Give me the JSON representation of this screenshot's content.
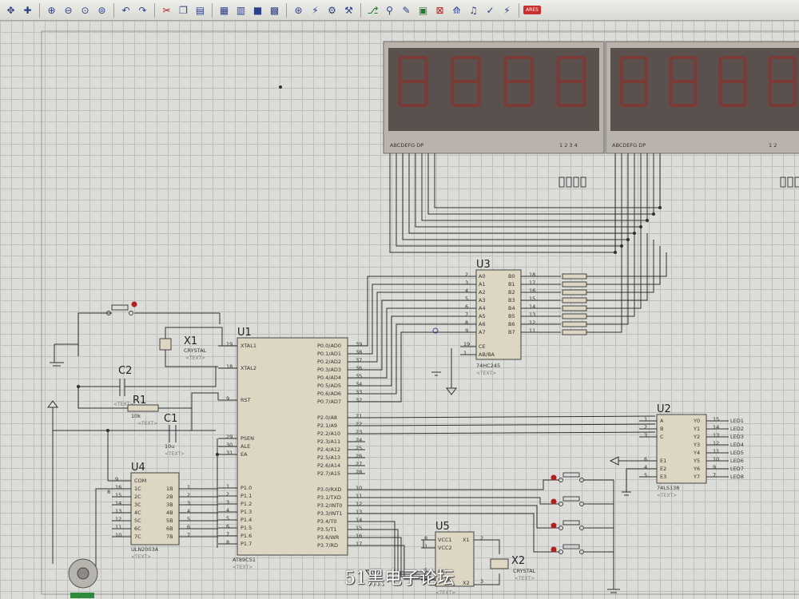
{
  "toolbar": {
    "icons": [
      "pointer-icon",
      "move-icon",
      "zoom-in-icon",
      "zoom-out-icon",
      "zoom-all-icon",
      "zoom-area-icon",
      "undo-icon",
      "redo-icon",
      "cut-icon",
      "copy-icon",
      "paste-icon",
      "block-copy-icon",
      "block-move-icon",
      "block-rotate-icon",
      "block-delete-icon",
      "pick-device-icon",
      "make-device-icon",
      "packaging-tool-icon",
      "decompose-icon",
      "wire-autorouter-icon",
      "search-icon",
      "property-tool-icon",
      "new-sheet-icon",
      "remove-sheet-icon",
      "exit-to-parent-icon",
      "view-bom-icon",
      "electrical-check-icon",
      "netlist-icon",
      "ares-icon"
    ],
    "ares_label": "ARES"
  },
  "displays": [
    {
      "segments": "ABCDEFG  DP",
      "digits": "1 2 3 4"
    },
    {
      "segments": "ABCDEFG  DP",
      "digits": "1 2"
    }
  ],
  "components": {
    "u1": {
      "ref": "U1",
      "part": "AT89C51",
      "text": "<TEXT>",
      "left_pins": [
        {
          "name": "XTAL1",
          "num": "19"
        },
        {
          "name": "XTAL2",
          "num": "18"
        },
        {
          "name": "RST",
          "num": "9"
        },
        {
          "name": "PSEN",
          "num": "29"
        },
        {
          "name": "ALE",
          "num": "30"
        },
        {
          "name": "EA",
          "num": "31"
        },
        {
          "name": "P1.0",
          "num": "1"
        },
        {
          "name": "P1.1",
          "num": "2"
        },
        {
          "name": "P1.2",
          "num": "3"
        },
        {
          "name": "P1.3",
          "num": "4"
        },
        {
          "name": "P1.4",
          "num": "5"
        },
        {
          "name": "P1.5",
          "num": "6"
        },
        {
          "name": "P1.6",
          "num": "7"
        },
        {
          "name": "P1.7",
          "num": "8"
        }
      ],
      "right_pins": [
        {
          "name": "P0.0/AD0",
          "num": "39"
        },
        {
          "name": "P0.1/AD1",
          "num": "38"
        },
        {
          "name": "P0.2/AD2",
          "num": "37"
        },
        {
          "name": "P0.3/AD3",
          "num": "36"
        },
        {
          "name": "P0.4/AD4",
          "num": "35"
        },
        {
          "name": "P0.5/AD5",
          "num": "34"
        },
        {
          "name": "P0.6/AD6",
          "num": "33"
        },
        {
          "name": "P0.7/AD7",
          "num": "32"
        },
        {
          "name": "P2.0/A8",
          "num": "21"
        },
        {
          "name": "P2.1/A9",
          "num": "22"
        },
        {
          "name": "P2.2/A10",
          "num": "23"
        },
        {
          "name": "P2.3/A11",
          "num": "24"
        },
        {
          "name": "P2.4/A12",
          "num": "25"
        },
        {
          "name": "P2.5/A13",
          "num": "26"
        },
        {
          "name": "P2.6/A14",
          "num": "27"
        },
        {
          "name": "P2.7/A15",
          "num": "28"
        },
        {
          "name": "P3.0/RXD",
          "num": "10"
        },
        {
          "name": "P3.1/TXD",
          "num": "11"
        },
        {
          "name": "P3.2/INT0",
          "num": "12"
        },
        {
          "name": "P3.3/INT1",
          "num": "13"
        },
        {
          "name": "P3.4/T0",
          "num": "14"
        },
        {
          "name": "P3.5/T1",
          "num": "15"
        },
        {
          "name": "P3.6/WR",
          "num": "16"
        },
        {
          "name": "P3.7/RD",
          "num": "17"
        }
      ]
    },
    "u3": {
      "ref": "U3",
      "part": "74HC245",
      "text": "<TEXT>",
      "a_pins": [
        "A0",
        "A1",
        "A2",
        "A3",
        "A4",
        "A5",
        "A6",
        "A7"
      ],
      "a_nums": [
        "2",
        "3",
        "4",
        "5",
        "6",
        "7",
        "8",
        "9"
      ],
      "b_pins": [
        "B0",
        "B1",
        "B2",
        "B3",
        "B4",
        "B5",
        "B6",
        "B7"
      ],
      "b_nums": [
        "18",
        "17",
        "16",
        "15",
        "14",
        "13",
        "12",
        "11"
      ],
      "ce": "CE",
      "ce_num": "19",
      "dir": "AB/BA",
      "dir_num": "1"
    },
    "u2": {
      "ref": "U2",
      "part": "74LS138",
      "text": "<TEXT>",
      "in_pins": [
        "A",
        "B",
        "C",
        "E1",
        "E2",
        "E3"
      ],
      "in_nums": [
        "1",
        "2",
        "3",
        "6",
        "4",
        "5"
      ],
      "out_pins": [
        "Y0",
        "Y1",
        "Y2",
        "Y3",
        "Y4",
        "Y5",
        "Y6",
        "Y7"
      ],
      "out_nums": [
        "15",
        "14",
        "13",
        "12",
        "11",
        "10",
        "9",
        "7"
      ],
      "led_labels": [
        "LED1",
        "LED2",
        "LED3",
        "LED4",
        "LED5",
        "LED6",
        "LED7",
        "LED8"
      ]
    },
    "u4": {
      "ref": "U4",
      "part": "ULN2003A",
      "text": "<TEXT>",
      "left_pins": [
        "COM",
        "1C",
        "2C",
        "3C",
        "4C",
        "5C",
        "6C",
        "7C"
      ],
      "left_nums": [
        "9",
        "16",
        "15",
        "14",
        "13",
        "12",
        "11",
        "10"
      ],
      "right_pins": [
        "1B",
        "2B",
        "3B",
        "4B",
        "5B",
        "6B",
        "7B"
      ],
      "right_nums": [
        "1",
        "2",
        "3",
        "4",
        "5",
        "6",
        "7"
      ],
      "extra_num": "8"
    },
    "u5": {
      "ref": "U5",
      "text": "<TEXT>",
      "pins": [
        "VCC1",
        "VCC2",
        "RST",
        "SCLK"
      ],
      "pin_nums": [
        "8",
        "1",
        "5",
        "7"
      ],
      "right_pins": [
        "X1",
        "X2"
      ],
      "right_nums": [
        "2",
        "3"
      ]
    },
    "x1": {
      "ref": "X1",
      "part": "CRYSTAL",
      "text": "<TEXT>"
    },
    "x2": {
      "ref": "X2",
      "part": "CRYSTAL",
      "text": "<TEXT>"
    },
    "c1": {
      "ref": "C1",
      "part": "10u",
      "text": "<TEXT>"
    },
    "c2": {
      "ref": "C2",
      "text": "<TEXT>"
    },
    "r1": {
      "ref": "R1",
      "part": "10k",
      "text": "<TEXT>"
    }
  },
  "watermark": "51黑电子论坛"
}
